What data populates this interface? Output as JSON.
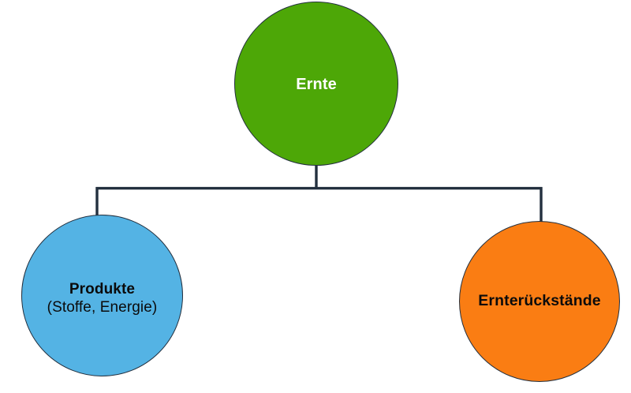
{
  "diagram": {
    "title": "Ernte",
    "background_color": "#ffffff",
    "connector_color": "#23303F",
    "nodes": [
      {
        "id": "ernte",
        "label": "Ernte",
        "sublabel": "",
        "color": "#4DA707",
        "text_color": "#ffffff",
        "border_color": "#23303F",
        "role": "root"
      },
      {
        "id": "produkte",
        "label": "Produkte",
        "sublabel": "(Stoffe, Energie)",
        "color": "#54B3E4",
        "text_color": "#0B0B0B",
        "border_color": "#23303F",
        "role": "child-left"
      },
      {
        "id": "ernterueckstaende",
        "label": "Ernterückstände",
        "sublabel": "",
        "color": "#FA7D13",
        "text_color": "#0B0B0B",
        "border_color": "#23303F",
        "role": "child-right"
      }
    ],
    "edges": [
      {
        "from": "ernte",
        "to": "produkte"
      },
      {
        "from": "ernte",
        "to": "ernterueckstaende"
      }
    ]
  }
}
